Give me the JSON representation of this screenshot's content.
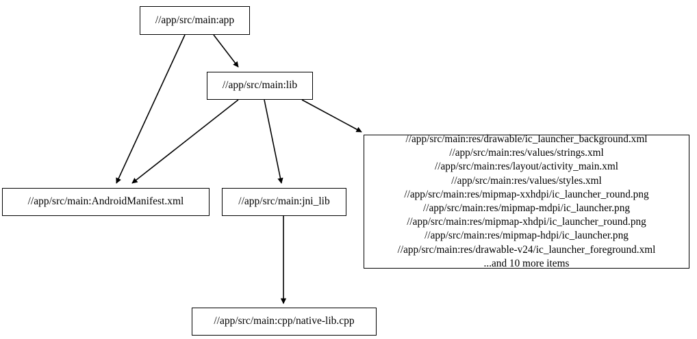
{
  "graph": {
    "type": "directed-dependency-graph",
    "background_color": "#ffffff",
    "node_border_color": "#000000",
    "edge_color": "#000000",
    "nodes": [
      {
        "id": "app",
        "label": "//app/src/main:app"
      },
      {
        "id": "lib",
        "label": "//app/src/main:lib"
      },
      {
        "id": "manifest",
        "label": "//app/src/main:AndroidManifest.xml"
      },
      {
        "id": "jni",
        "label": "//app/src/main:jni_lib"
      },
      {
        "id": "cpp",
        "label": "//app/src/main:cpp/native-lib.cpp"
      },
      {
        "id": "res",
        "label": "//app/src/main:res/drawable/ic_launcher_background.xml\n//app/src/main:res/values/strings.xml\n//app/src/main:res/layout/activity_main.xml\n//app/src/main:res/values/styles.xml\n//app/src/main:res/mipmap-xxhdpi/ic_launcher_round.png\n//app/src/main:res/mipmap-mdpi/ic_launcher.png\n//app/src/main:res/mipmap-xhdpi/ic_launcher_round.png\n//app/src/main:res/mipmap-hdpi/ic_launcher.png\n//app/src/main:res/drawable-v24/ic_launcher_foreground.xml\n...and 10 more items",
        "lines": [
          "//app/src/main:res/drawable/ic_launcher_background.xml",
          "//app/src/main:res/values/strings.xml",
          "//app/src/main:res/layout/activity_main.xml",
          "//app/src/main:res/values/styles.xml",
          "//app/src/main:res/mipmap-xxhdpi/ic_launcher_round.png",
          "//app/src/main:res/mipmap-mdpi/ic_launcher.png",
          "//app/src/main:res/mipmap-xhdpi/ic_launcher_round.png",
          "//app/src/main:res/mipmap-hdpi/ic_launcher.png",
          "//app/src/main:res/drawable-v24/ic_launcher_foreground.xml",
          "...and 10 more items"
        ],
        "truncation_note": "...and 10 more items"
      }
    ],
    "edges": [
      {
        "from": "app",
        "to": "manifest"
      },
      {
        "from": "app",
        "to": "lib"
      },
      {
        "from": "lib",
        "to": "manifest"
      },
      {
        "from": "lib",
        "to": "jni"
      },
      {
        "from": "lib",
        "to": "res"
      },
      {
        "from": "jni",
        "to": "cpp"
      }
    ]
  }
}
